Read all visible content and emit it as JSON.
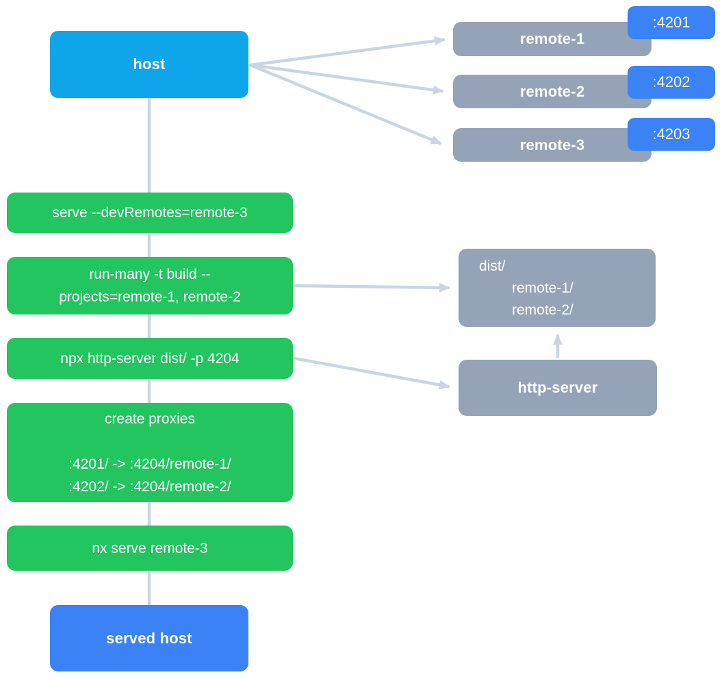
{
  "diagram": {
    "host": {
      "label": "host"
    },
    "remotes": [
      {
        "label": "remote-1",
        "port": ":4201"
      },
      {
        "label": "remote-2",
        "port": ":4202"
      },
      {
        "label": "remote-3",
        "port": ":4203"
      }
    ],
    "commands": {
      "serve": "serve --devRemotes=remote-3",
      "run_many": [
        "run-many -t build --",
        "projects=remote-1, remote-2"
      ],
      "http_server": "npx http-server dist/ -p 4204",
      "create_proxies": [
        "create proxies",
        "",
        ":4201/ -> :4204/remote-1/",
        ":4202/ -> :4204/remote-2/"
      ],
      "nx_serve": "nx serve remote-3"
    },
    "dist": [
      "dist/",
      "remote-1/",
      "remote-2/"
    ],
    "http_server_node": {
      "label": "http-server"
    },
    "served_host": {
      "label": "served host"
    },
    "colors": {
      "host_box": "#0ea5e9",
      "remote_box": "#94a3b8",
      "port_badge": "#3b82f6",
      "command_box": "#22c55e",
      "served_host_box": "#3b82f6",
      "arrow": "#cbd5e1",
      "text": "#ffffff"
    }
  }
}
